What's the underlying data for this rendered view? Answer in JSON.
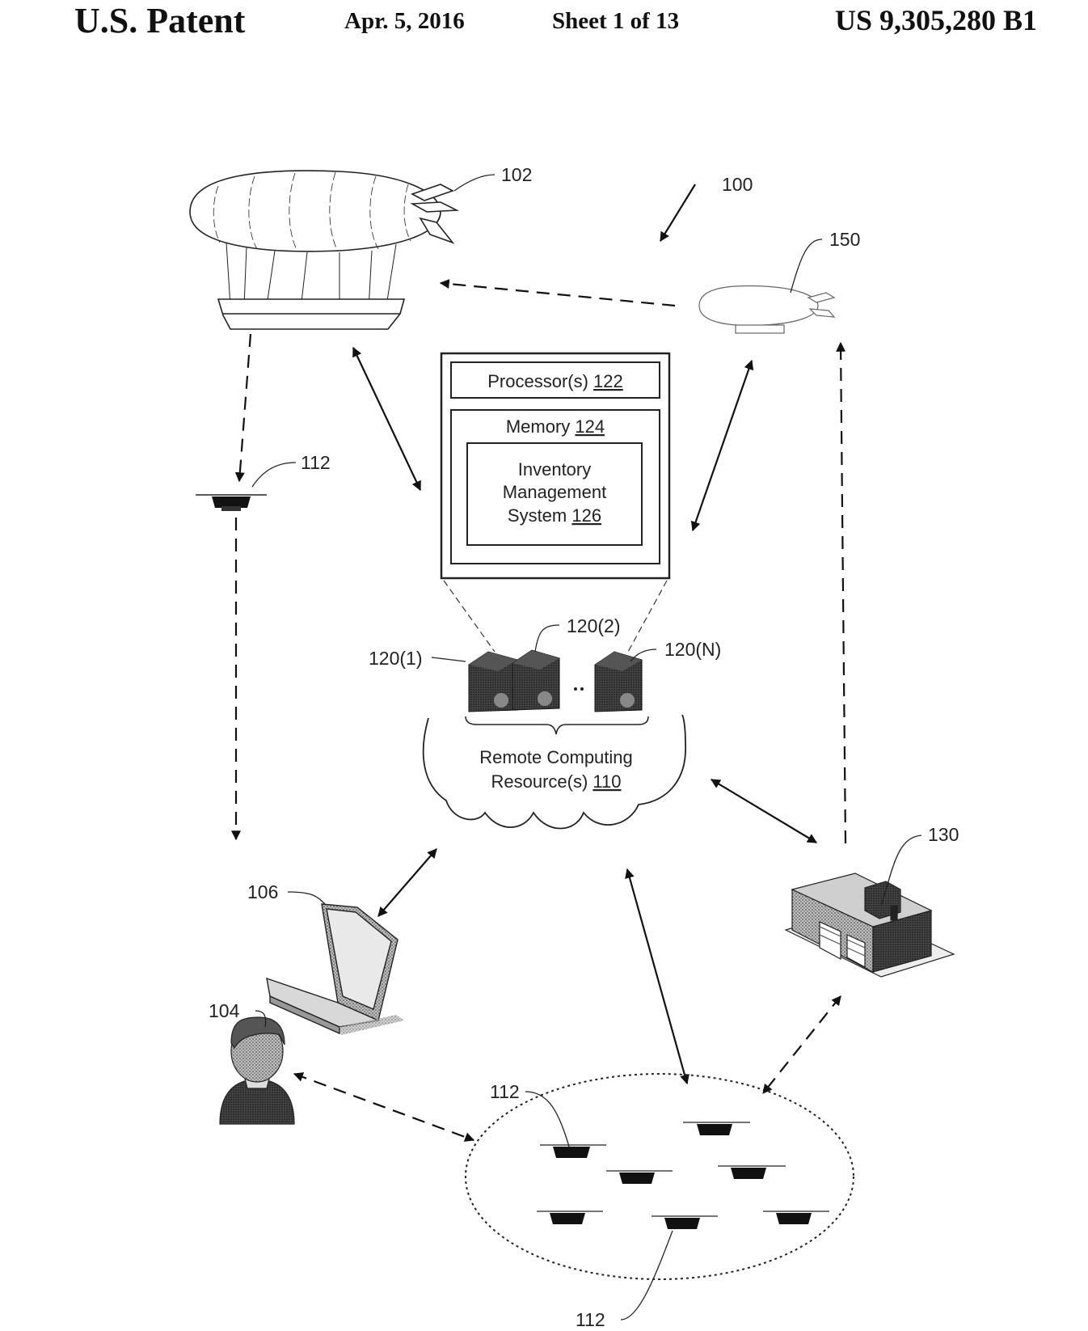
{
  "header": {
    "title": "U.S. Patent",
    "date": "Apr. 5, 2016",
    "sheet": "Sheet 1 of 13",
    "patent_number": "US 9,305,280 B1"
  },
  "figure": {
    "refs": {
      "system": "100",
      "airship": "102",
      "user": "104",
      "laptop": "106",
      "remote_resources": "110",
      "uav_top": "112",
      "uav_group": "112",
      "uav_bottom": "112",
      "server_1": "120(1)",
      "server_2": "120(2)",
      "server_n": "120(N)",
      "materials_handling": "130",
      "shuttle": "150"
    },
    "server_box": {
      "processor_label": "Processor(s)",
      "processor_ref": "122",
      "memory_label": "Memory",
      "memory_ref": "124",
      "ims_line1": "Inventory",
      "ims_line2": "Management",
      "ims_line3": "System",
      "ims_ref": "126"
    },
    "cloud": {
      "line1": "Remote Computing",
      "line2": "Resource(s)",
      "ref": "110"
    },
    "icons": [
      "airship-icon",
      "shuttle-airship-icon",
      "uav-icon",
      "server-icon",
      "laptop-icon",
      "user-icon",
      "building-icon",
      "cloud-icon"
    ]
  }
}
